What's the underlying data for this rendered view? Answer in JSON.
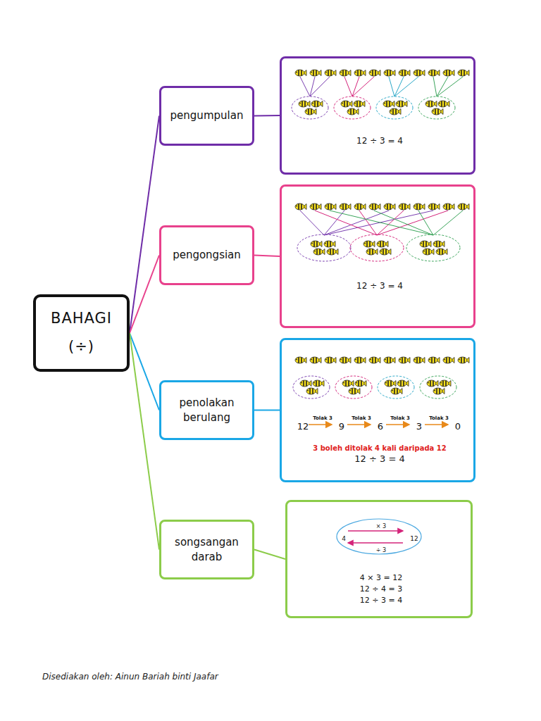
{
  "diagram": {
    "nodes": [
      {
        "text": [
          "BAHAGI (÷)"
        ]
      },
      {
        "text": [
          "pengumpulan"
        ]
      },
      {
        "text": [
          "12 ÷ 3 = 4"
        ]
      },
      {
        "text": [
          "pengongsian"
        ]
      },
      {
        "text": [
          "12 ÷ 3 = 4"
        ]
      },
      {
        "text": [
          "penolakan berulang"
        ]
      },
      {
        "text": [
          "12",
          "Tolak 3",
          "9",
          "Tolak 3",
          "6",
          "Tolak 3",
          "3",
          "Tolak 3",
          "0",
          "3 boleh ditolak 4 kali daripada 12",
          "12 ÷ 3 = 4"
        ]
      },
      {
        "text": [
          "songsangan darab"
        ]
      },
      {
        "text": [
          "× 3",
          "4",
          "12",
          "÷ 3",
          "4 × 3 = 12",
          "12 ÷ 4 = 3",
          "12 ÷ 3 = 4"
        ]
      }
    ],
    "edges": [
      {
        "from": 0,
        "to": 1,
        "arrow": "none"
      },
      {
        "from": 0,
        "to": 3,
        "arrow": "none"
      },
      {
        "from": 0,
        "to": 5,
        "arrow": "none"
      },
      {
        "from": 0,
        "to": 7,
        "arrow": "none"
      },
      {
        "from": 1,
        "to": 2,
        "arrow": "none"
      },
      {
        "from": 3,
        "to": 4,
        "arrow": "none"
      },
      {
        "from": 5,
        "to": 6,
        "arrow": "none"
      },
      {
        "from": 7,
        "to": 8,
        "arrow": "none"
      }
    ],
    "labels": [
      "Disediakan oleh: Ainun Bariah binti Jaafar"
    ]
  }
}
